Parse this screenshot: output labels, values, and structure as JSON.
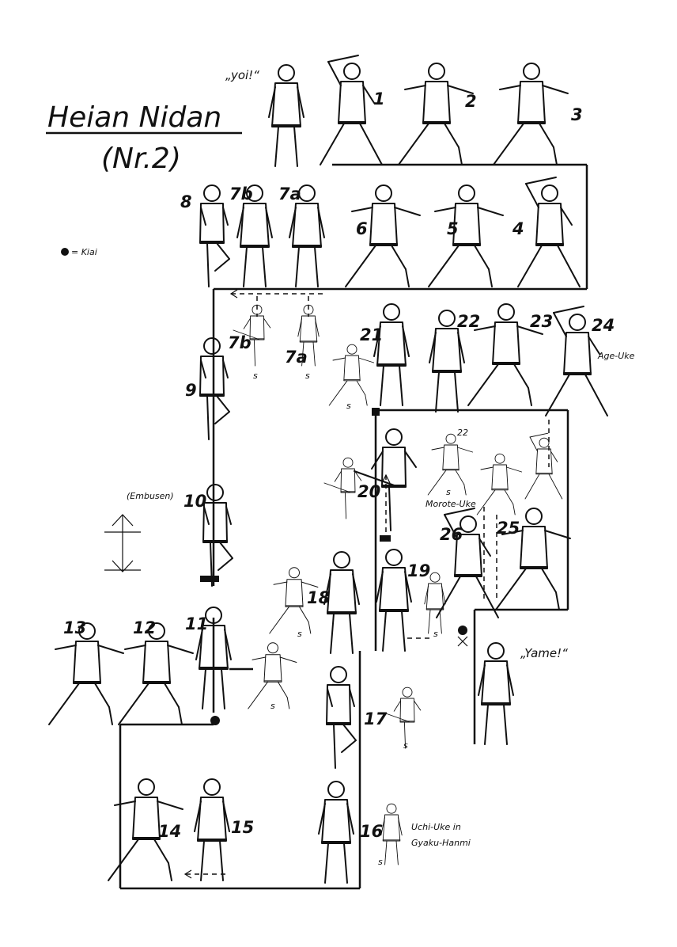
{
  "title": {
    "main": "Heian Nidan",
    "sub": "(Nr.2)"
  },
  "quotes": {
    "yoi": "„yoi!“",
    "yame": "„Yame!“"
  },
  "legend": {
    "kiai_label": "= Kiai",
    "embusen_label": "(Embusen)"
  },
  "step_numbers": {
    "n1": "1",
    "n2": "2",
    "n3": "3",
    "n4": "4",
    "n5": "5",
    "n6": "6",
    "n7a": "7a",
    "n7b": "7b",
    "n7a_side": "7a",
    "n7b_side": "7b",
    "n8": "8",
    "n9": "9",
    "n10": "10",
    "n11": "11",
    "n12": "12",
    "n13": "13",
    "n14": "14",
    "n15": "15",
    "n16": "16",
    "n17": "17",
    "n18": "18",
    "n19": "19",
    "n20": "20",
    "n21": "21",
    "n22": "22",
    "n22_side": "22",
    "n23": "23",
    "n24": "24",
    "n25": "25",
    "n26": "26"
  },
  "technique_labels": {
    "age_uke": "Age-Uke",
    "morote_uke": "Morote-Uke",
    "uchi_uke_line1": "Uchi-Uke in",
    "uchi_uke_line2": "Gyaku-Hanmi"
  },
  "side_view_marker": "s",
  "colors": {
    "ink": "#111111",
    "paper": "#ffffff"
  }
}
